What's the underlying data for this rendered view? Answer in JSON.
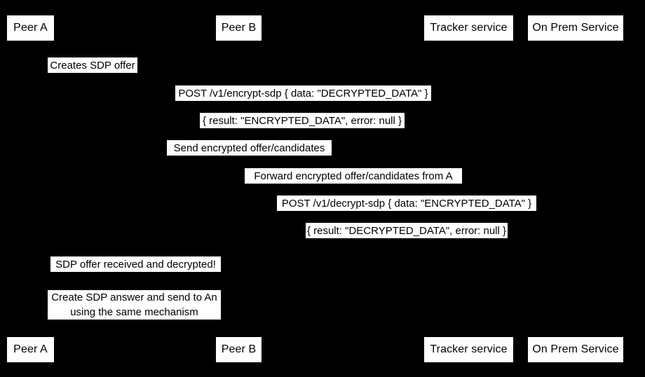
{
  "diagram": {
    "title": "SDP exchange sequence diagram",
    "background_color": "#000000",
    "box_fill_color": "#ffffff",
    "text_color": "#000000",
    "participants": [
      {
        "id": "peer-a",
        "label": "Peer A"
      },
      {
        "id": "peer-b",
        "label": "Peer B"
      },
      {
        "id": "tracker-service",
        "label": "Tracker service"
      },
      {
        "id": "on-prem-service",
        "label": "On Prem Service"
      }
    ],
    "messages": [
      {
        "id": "creates-sdp-offer",
        "text": "Creates SDP offer",
        "lines": [
          "Creates SDP offer"
        ]
      },
      {
        "id": "post-encrypt-sdp",
        "text": "POST /v1/encrypt-sdp { data: \"DECRYPTED_DATA\" }",
        "lines": [
          "POST /v1/encrypt-sdp { data: \"DECRYPTED_DATA\" }"
        ]
      },
      {
        "id": "encrypt-sdp-result",
        "text": "{ result: \"ENCRYPTED_DATA\", error: null }",
        "lines": [
          "{ result: \"ENCRYPTED_DATA\", error: null }"
        ]
      },
      {
        "id": "send-encrypted-offer",
        "text": "Send encrypted offer/candidates",
        "lines": [
          "Send encrypted offer/candidates"
        ]
      },
      {
        "id": "forward-encrypted-offer",
        "text": "Forward encrypted offer/candidates from A",
        "lines": [
          "Forward encrypted offer/candidates from A"
        ]
      },
      {
        "id": "post-decrypt-sdp",
        "text": "POST /v1/decrypt-sdp { data: \"ENCRYPTED_DATA\" }",
        "lines": [
          "POST /v1/decrypt-sdp { data: \"ENCRYPTED_DATA\" }"
        ]
      },
      {
        "id": "decrypt-sdp-result",
        "text": "{ result: \"DECRYPTED_DATA\", error: null }",
        "lines": [
          "{ result: \"DECRYPTED_DATA\", error: null }"
        ]
      },
      {
        "id": "sdp-offer-received",
        "text": "SDP offer received and decrypted!",
        "lines": [
          "SDP offer received and decrypted!"
        ]
      },
      {
        "id": "create-sdp-answer",
        "text": "Create SDP answer and send to An using the same mechanism",
        "lines": [
          "Create SDP answer and send to An",
          "using the same mechanism"
        ]
      }
    ]
  }
}
